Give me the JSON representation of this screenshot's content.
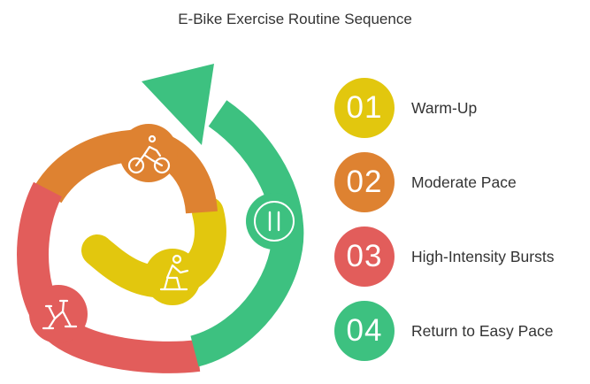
{
  "title": "E-Bike Exercise Routine Sequence",
  "colors": {
    "warm_up": "#e2c70e",
    "moderate": "#de8231",
    "high_intensity": "#e25d5b",
    "return_easy": "#3dc180"
  },
  "icons": {
    "warm_up": "cyclist-icon",
    "moderate": "cycling-icon",
    "high_intensity": "exercise-bike-icon",
    "return_easy": "pause-icon"
  },
  "steps": [
    {
      "number": "01",
      "label": "Warm-Up",
      "color": "#e2c70e"
    },
    {
      "number": "02",
      "label": "Moderate Pace",
      "color": "#de8231"
    },
    {
      "number": "03",
      "label": "High-Intensity Bursts",
      "color": "#e25d5b"
    },
    {
      "number": "04",
      "label": "Return to Easy Pace",
      "color": "#3dc180"
    }
  ]
}
